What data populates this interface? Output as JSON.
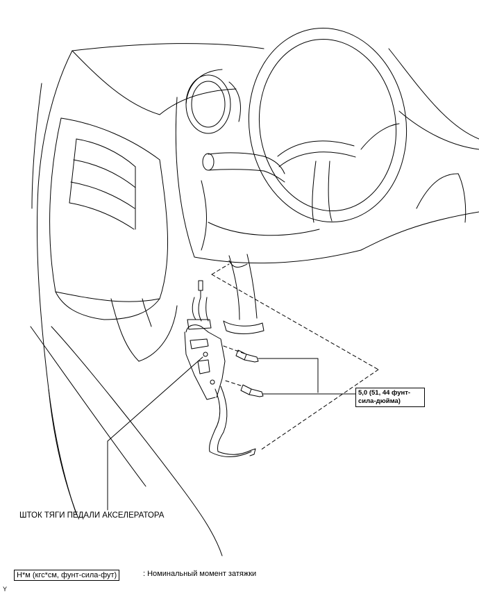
{
  "torque_callout": {
    "line1": "5,0 (51, 44 фунт-",
    "line2": "сила-дюйма)"
  },
  "part_label": "ШТОК ТЯГИ ПЕДАЛИ АКСЕЛЕРАТОРА",
  "legend": {
    "units": "Н*м (кгс*см, фунт-сила-фут)",
    "description": ": Номинальный момент затяжки"
  },
  "corner_mark": "Y"
}
